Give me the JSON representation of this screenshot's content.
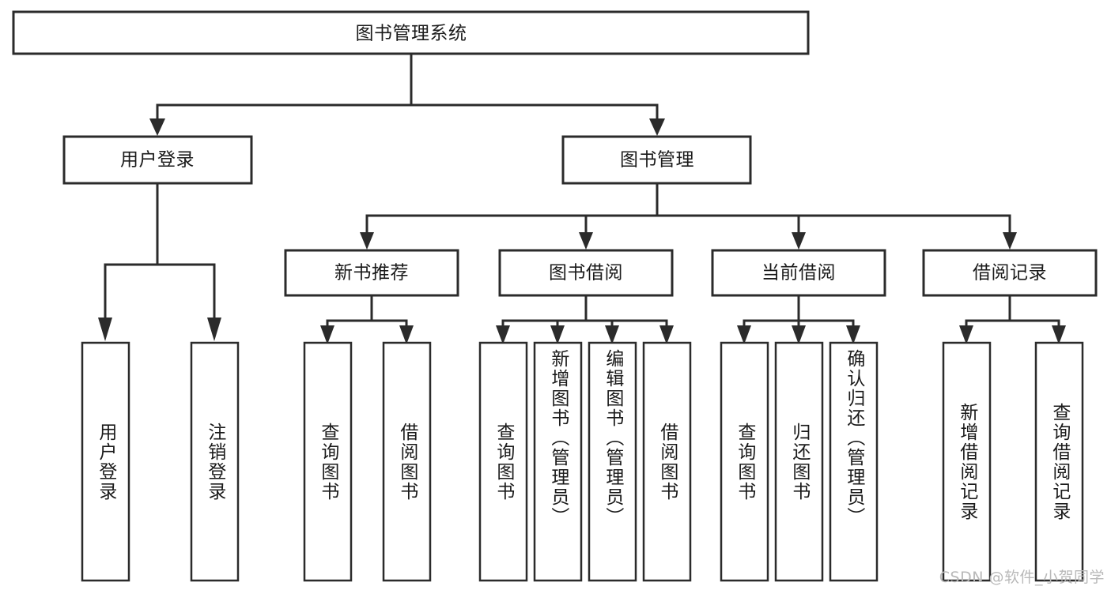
{
  "diagram": {
    "title": "图书管理系统",
    "type": "tree",
    "orientation": "top-down",
    "colors": {
      "box_stroke": "#2b2b2b",
      "box_fill": "#ffffff",
      "text": "#1a1a1a",
      "connector": "#2b2b2b",
      "watermark": "#b9b9b9",
      "background": "#ffffff"
    },
    "root": {
      "id": "root",
      "label": "图书管理系统",
      "level": 0
    },
    "level2": [
      {
        "id": "user-login",
        "label": "用户登录",
        "level": 1
      },
      {
        "id": "book-manage",
        "label": "图书管理",
        "level": 1
      }
    ],
    "level3": [
      {
        "id": "new-book-recommend",
        "label": "新书推荐",
        "parent": "book-manage",
        "level": 2
      },
      {
        "id": "book-borrow",
        "label": "图书借阅",
        "parent": "book-manage",
        "level": 2
      },
      {
        "id": "current-borrow",
        "label": "当前借阅",
        "parent": "book-manage",
        "level": 2
      },
      {
        "id": "borrow-record",
        "label": "借阅记录",
        "parent": "book-manage",
        "level": 2
      }
    ],
    "leaves": [
      {
        "id": "leaf-user-login",
        "label": "用户登录",
        "parent": "user-login",
        "level": 2,
        "orientation": "vertical"
      },
      {
        "id": "leaf-logout",
        "label": "注销登录",
        "parent": "user-login",
        "level": 2,
        "orientation": "vertical"
      },
      {
        "id": "leaf-query-book-1",
        "label": "查询图书",
        "parent": "new-book-recommend",
        "level": 3,
        "orientation": "vertical"
      },
      {
        "id": "leaf-borrow-book-1",
        "label": "借阅图书",
        "parent": "new-book-recommend",
        "level": 3,
        "orientation": "vertical"
      },
      {
        "id": "leaf-query-book-2",
        "label": "查询图书",
        "parent": "book-borrow",
        "level": 3,
        "orientation": "vertical"
      },
      {
        "id": "leaf-add-book",
        "label": "新增图书（管理员）",
        "parent": "book-borrow",
        "level": 3,
        "orientation": "vertical"
      },
      {
        "id": "leaf-edit-book",
        "label": "编辑图书（管理员）",
        "parent": "book-borrow",
        "level": 3,
        "orientation": "vertical"
      },
      {
        "id": "leaf-borrow-book-2",
        "label": "借阅图书",
        "parent": "book-borrow",
        "level": 3,
        "orientation": "vertical"
      },
      {
        "id": "leaf-query-book-3",
        "label": "查询图书",
        "parent": "current-borrow",
        "level": 3,
        "orientation": "vertical"
      },
      {
        "id": "leaf-return-book",
        "label": "归还图书",
        "parent": "current-borrow",
        "level": 3,
        "orientation": "vertical"
      },
      {
        "id": "leaf-confirm-return",
        "label": "确认归还（管理员）",
        "parent": "current-borrow",
        "level": 3,
        "orientation": "vertical"
      },
      {
        "id": "leaf-add-record",
        "label": "新增借阅记录",
        "parent": "borrow-record",
        "level": 3,
        "orientation": "vertical"
      },
      {
        "id": "leaf-query-record",
        "label": "查询借阅记录",
        "parent": "borrow-record",
        "level": 3,
        "orientation": "vertical"
      }
    ],
    "watermark": "CSDN @软件_小贺同学"
  }
}
